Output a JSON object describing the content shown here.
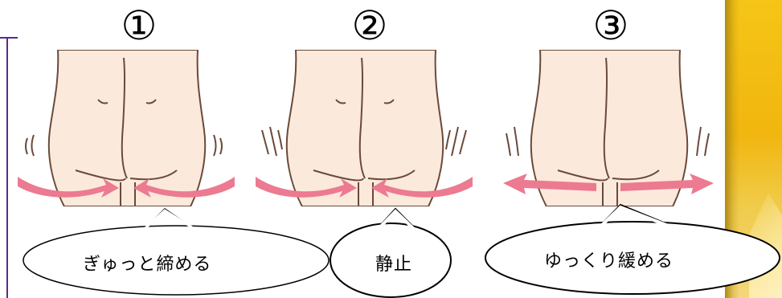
{
  "steps": [
    {
      "number": "①",
      "caption": "ぎゅっと締める"
    },
    {
      "number": "②",
      "caption": "静止"
    },
    {
      "number": "③",
      "caption": "ゆっくり緩める"
    }
  ],
  "colors": {
    "skin": "#fbe9dc",
    "outline": "#6a4a3a",
    "arrow": "#ec7a90",
    "frame": "#5b2a86",
    "gold": "#f5c517"
  },
  "icons": {
    "squeeze": "inward-arrows",
    "hold": "inward-arrows",
    "release": "outward-arrows"
  }
}
